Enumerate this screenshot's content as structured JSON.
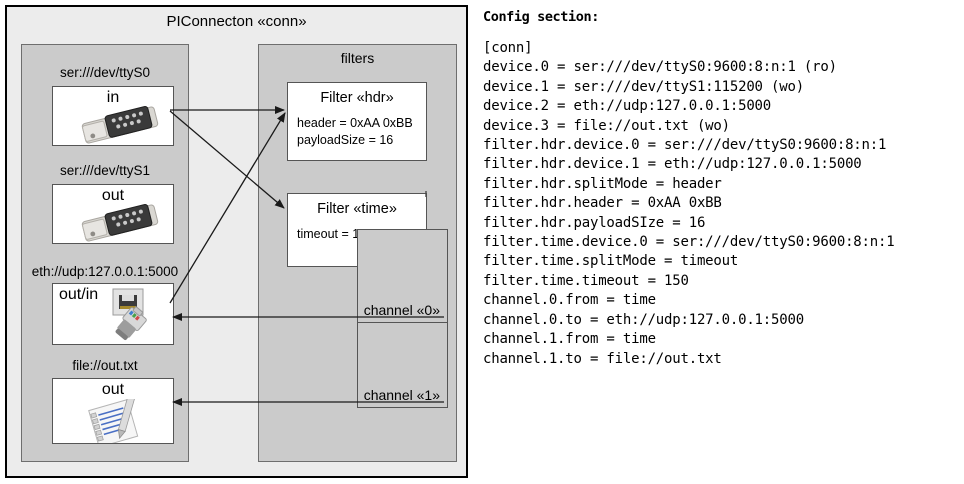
{
  "diagram": {
    "title": "PIConnecton «conn»",
    "devices_panel": {
      "items": [
        {
          "label": "ser:///dev/ttyS0",
          "direction": "in",
          "icon": "serial-connector-icon"
        },
        {
          "label": "ser:///dev/ttyS1",
          "direction": "out",
          "icon": "serial-connector-icon"
        },
        {
          "label": "eth://udp:127.0.0.1:5000",
          "direction": "out/in",
          "icon": "ethernet-plug-icon"
        },
        {
          "label": "file://out.txt",
          "direction": "out",
          "icon": "text-document-icon"
        }
      ]
    },
    "filters_panel": {
      "title": "filters",
      "filters": [
        {
          "title": "Filter «hdr»",
          "props": [
            "header = 0xAA 0xBB",
            "payloadSize = 16"
          ]
        },
        {
          "title": "Filter «time»",
          "props": [
            "timeout = 150 ms"
          ]
        }
      ],
      "channels": [
        {
          "label": "channel «0»"
        },
        {
          "label": "channel «1»"
        }
      ]
    }
  },
  "config": {
    "heading": "Config section:",
    "text": "[conn]\ndevice.0 = ser:///dev/ttyS0:9600:8:n:1 (ro)\ndevice.1 = ser:///dev/ttyS1:115200 (wo)\ndevice.2 = eth://udp:127.0.0.1:5000\ndevice.3 = file://out.txt (wo)\nfilter.hdr.device.0 = ser:///dev/ttyS0:9600:8:n:1\nfilter.hdr.device.1 = eth://udp:127.0.0.1:5000\nfilter.hdr.splitMode = header\nfilter.hdr.header = 0xAA 0xBB\nfilter.hdr.payloadSIze = 16\nfilter.time.device.0 = ser:///dev/ttyS0:9600:8:n:1\nfilter.time.splitMode = timeout\nfilter.time.timeout = 150\nchannel.0.from = time\nchannel.0.to = eth://udp:127.0.0.1:5000\nchannel.1.from = time\nchannel.1.to = file://out.txt"
  },
  "colors": {
    "outer_background": "#ececec",
    "panel_background": "#cbcbcb",
    "card_background": "#ffffff",
    "border": "#555555",
    "frame": "#000000"
  }
}
